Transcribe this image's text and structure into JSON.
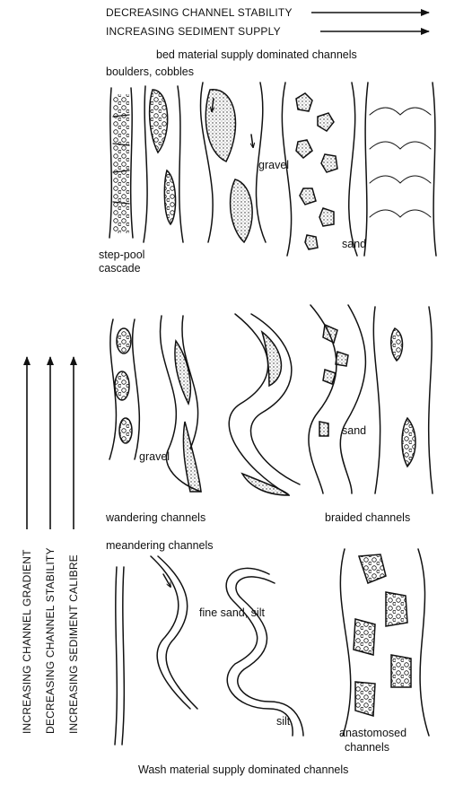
{
  "header": {
    "top_axis_1": "DECREASING CHANNEL STABILITY",
    "top_axis_2": "INCREASING SEDIMENT SUPPLY",
    "group_top": "bed material supply dominated channels",
    "group_bottom": "Wash material supply dominated channels"
  },
  "side_axes": {
    "axis_1": "INCREASING CHANNEL GRADIENT",
    "axis_2": "DECREASING CHANNEL STABILITY",
    "axis_3": "INCREASING SEDIMENT CALIBRE"
  },
  "row1": {
    "boulders": "boulders, cobbles",
    "gravel": "gravel",
    "sand": "sand",
    "step_pool": "step-pool",
    "cascade": "cascade"
  },
  "row2": {
    "gravel": "gravel",
    "sand": "sand",
    "wandering": "wandering channels",
    "braided": "braided channels"
  },
  "row3": {
    "meandering": "meandering channels",
    "fine_sand": "fine sand, silt",
    "silt": "silt",
    "anastomosed_1": "anastomosed",
    "anastomosed_2": "channels"
  }
}
